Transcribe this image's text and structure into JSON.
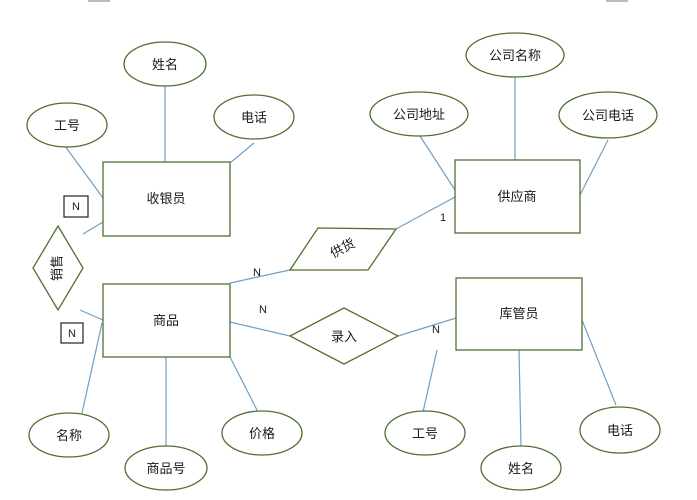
{
  "entities": {
    "cashier": "收银员",
    "supplier": "供应商",
    "goods": "商品",
    "warehouse_keeper": "库管员"
  },
  "attributes": {
    "cashier_name": "姓名",
    "cashier_id": "工号",
    "cashier_phone": "电话",
    "supplier_name": "公司名称",
    "supplier_address": "公司地址",
    "supplier_phone": "公司电话",
    "goods_name": "名称",
    "goods_no": "商品号",
    "goods_price": "价格",
    "keeper_id": "工号",
    "keeper_name": "姓名",
    "keeper_phone": "电话"
  },
  "relationships": {
    "sell": "销售",
    "supply": "供货",
    "record": "录入"
  },
  "cardinalities": {
    "sell_cashier": "N",
    "sell_goods": "N",
    "supply_supplier": "1",
    "supply_goods": "N",
    "record_goods": "N",
    "record_keeper": "N"
  },
  "colors": {
    "shape_stroke": "#4f7033",
    "connector": "#6f9fc8"
  }
}
